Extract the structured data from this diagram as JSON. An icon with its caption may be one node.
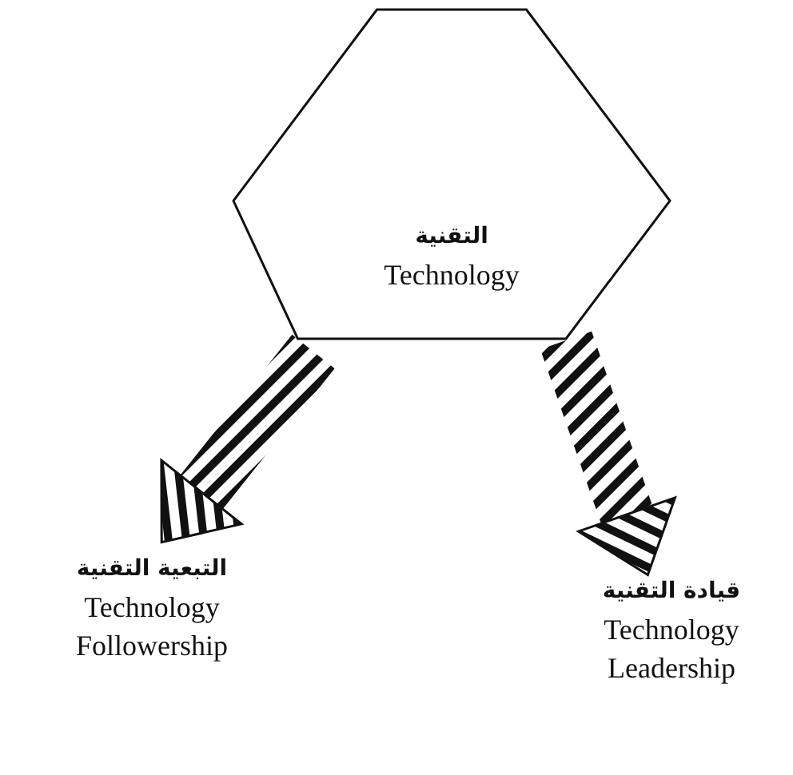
{
  "diagram": {
    "nodes": [
      {
        "text": [
          "التقنية",
          "Technology"
        ]
      },
      {
        "text": [
          "التبعية التقنية",
          "Technology Followership"
        ]
      },
      {
        "text": [
          "قيادة التقنية",
          "Technology Leadership"
        ]
      }
    ],
    "edges": [
      {
        "from": 0,
        "to": 1,
        "arrow": "to",
        "style": "thick"
      },
      {
        "from": 0,
        "to": 2,
        "arrow": "to",
        "style": "thick"
      }
    ]
  }
}
